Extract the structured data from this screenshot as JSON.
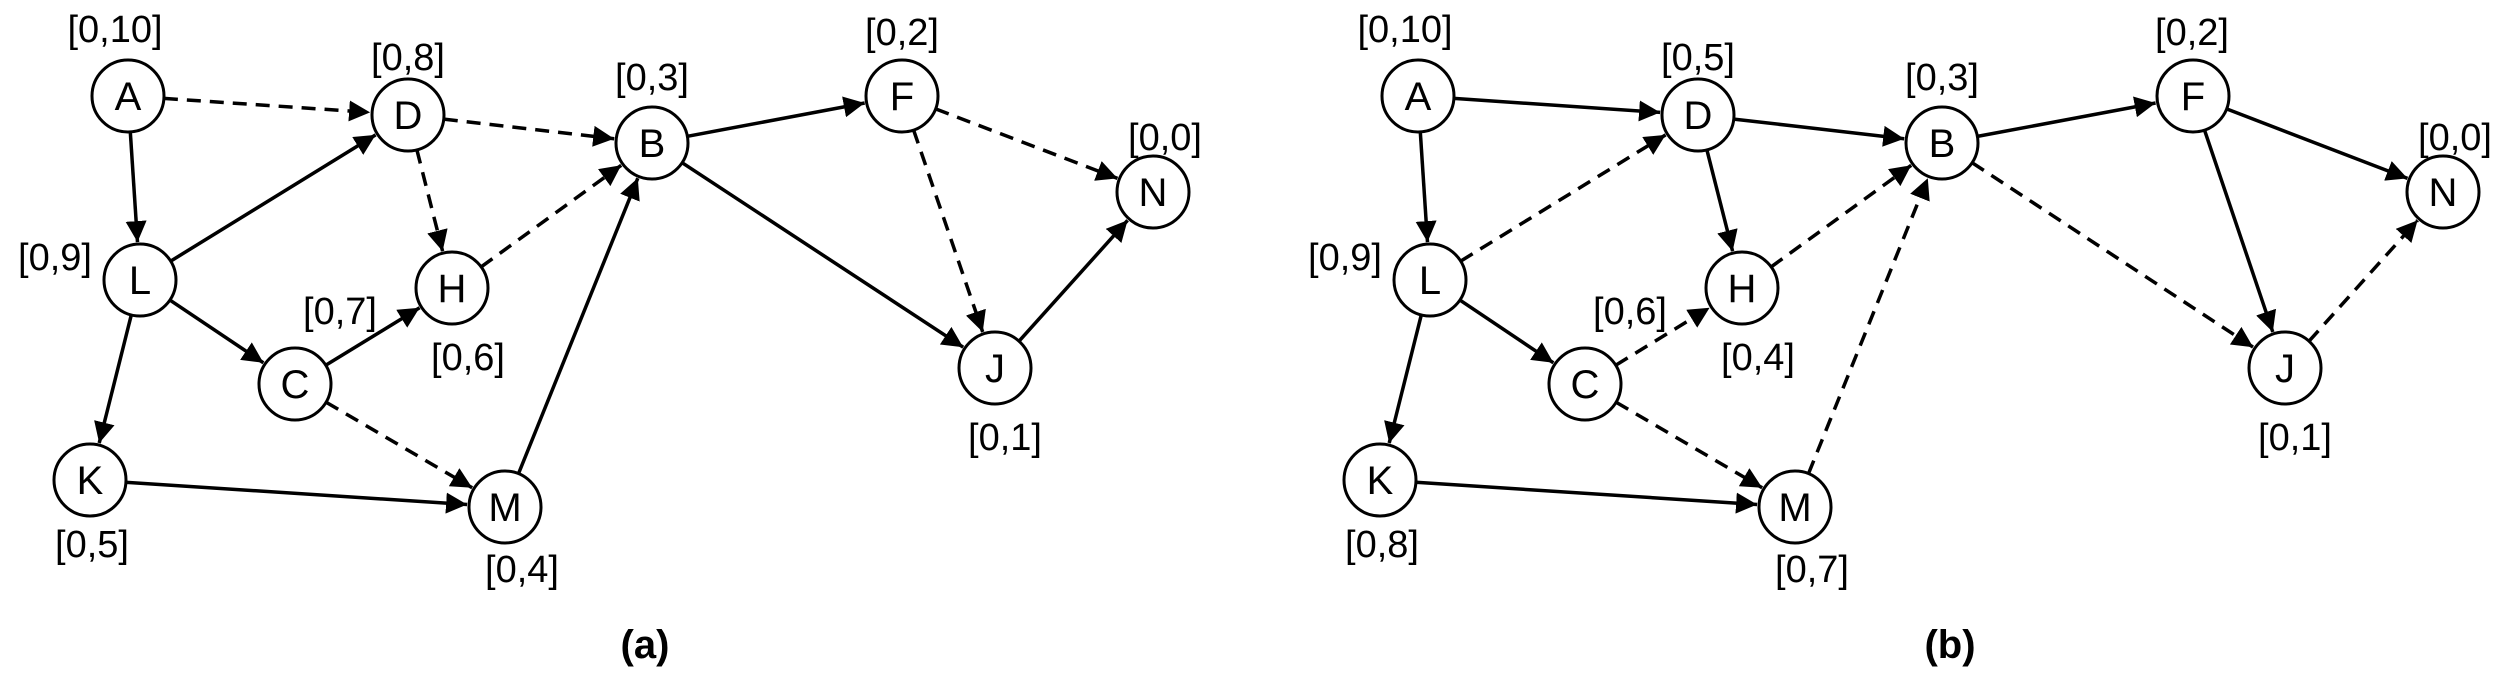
{
  "panels": [
    {
      "id": "a",
      "caption": "(a)",
      "nodes": [
        {
          "id": "A",
          "bound": "[0,10]"
        },
        {
          "id": "D",
          "bound": "[0,8]"
        },
        {
          "id": "B",
          "bound": "[0,3]"
        },
        {
          "id": "F",
          "bound": "[0,2]"
        },
        {
          "id": "N",
          "bound": "[0,0]"
        },
        {
          "id": "L",
          "bound": "[0,9]"
        },
        {
          "id": "H",
          "bound": "[0,6]"
        },
        {
          "id": "C",
          "bound": "[0,7]"
        },
        {
          "id": "J",
          "bound": "[0,1]"
        },
        {
          "id": "K",
          "bound": "[0,5]"
        },
        {
          "id": "M",
          "bound": "[0,4]"
        }
      ],
      "edges": [
        {
          "from": "A",
          "to": "D",
          "style": "dashed"
        },
        {
          "from": "A",
          "to": "L",
          "style": "solid"
        },
        {
          "from": "D",
          "to": "B",
          "style": "dashed"
        },
        {
          "from": "D",
          "to": "H",
          "style": "dashed"
        },
        {
          "from": "L",
          "to": "D",
          "style": "solid"
        },
        {
          "from": "L",
          "to": "C",
          "style": "solid"
        },
        {
          "from": "L",
          "to": "K",
          "style": "solid"
        },
        {
          "from": "H",
          "to": "B",
          "style": "dashed"
        },
        {
          "from": "C",
          "to": "H",
          "style": "solid"
        },
        {
          "from": "C",
          "to": "M",
          "style": "dashed"
        },
        {
          "from": "K",
          "to": "M",
          "style": "solid"
        },
        {
          "from": "M",
          "to": "B",
          "style": "solid"
        },
        {
          "from": "B",
          "to": "F",
          "style": "solid"
        },
        {
          "from": "B",
          "to": "J",
          "style": "solid"
        },
        {
          "from": "F",
          "to": "N",
          "style": "dashed"
        },
        {
          "from": "F",
          "to": "J",
          "style": "dashed"
        },
        {
          "from": "J",
          "to": "N",
          "style": "solid"
        }
      ]
    },
    {
      "id": "b",
      "caption": "(b)",
      "nodes": [
        {
          "id": "A",
          "bound": "[0,10]"
        },
        {
          "id": "D",
          "bound": "[0,5]"
        },
        {
          "id": "B",
          "bound": "[0,3]"
        },
        {
          "id": "F",
          "bound": "[0,2]"
        },
        {
          "id": "N",
          "bound": "[0,0]"
        },
        {
          "id": "L",
          "bound": "[0,9]"
        },
        {
          "id": "H",
          "bound": "[0,4]"
        },
        {
          "id": "C",
          "bound": "[0,6]"
        },
        {
          "id": "J",
          "bound": "[0,1]"
        },
        {
          "id": "K",
          "bound": "[0,8]"
        },
        {
          "id": "M",
          "bound": "[0,7]"
        }
      ],
      "edges": [
        {
          "from": "A",
          "to": "D",
          "style": "solid"
        },
        {
          "from": "A",
          "to": "L",
          "style": "solid"
        },
        {
          "from": "D",
          "to": "B",
          "style": "solid"
        },
        {
          "from": "D",
          "to": "H",
          "style": "solid"
        },
        {
          "from": "L",
          "to": "D",
          "style": "dashed"
        },
        {
          "from": "L",
          "to": "C",
          "style": "solid"
        },
        {
          "from": "L",
          "to": "K",
          "style": "solid"
        },
        {
          "from": "H",
          "to": "B",
          "style": "dashed"
        },
        {
          "from": "C",
          "to": "H",
          "style": "dashed"
        },
        {
          "from": "C",
          "to": "M",
          "style": "dashed"
        },
        {
          "from": "K",
          "to": "M",
          "style": "solid"
        },
        {
          "from": "M",
          "to": "B",
          "style": "dashed"
        },
        {
          "from": "B",
          "to": "F",
          "style": "solid"
        },
        {
          "from": "B",
          "to": "J",
          "style": "dashed"
        },
        {
          "from": "F",
          "to": "N",
          "style": "solid"
        },
        {
          "from": "F",
          "to": "J",
          "style": "solid"
        },
        {
          "from": "J",
          "to": "N",
          "style": "dashed"
        }
      ]
    }
  ]
}
